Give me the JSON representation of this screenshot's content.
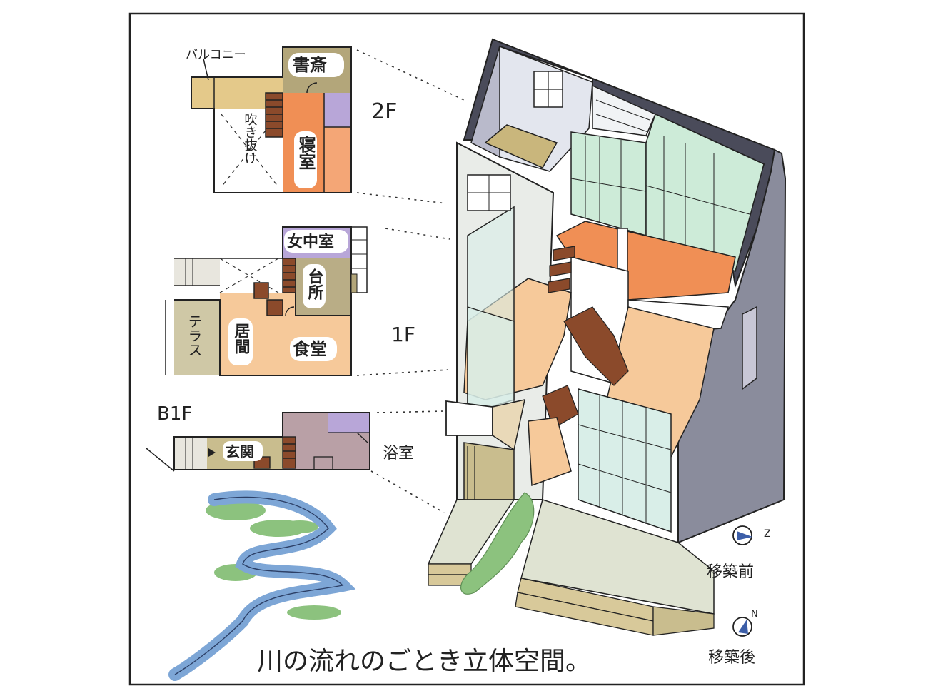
{
  "floors": {
    "f2": {
      "name": "2F",
      "rooms": {
        "balcony": "バルコニー",
        "study": "書斎",
        "void": "吹き抜け",
        "bedroom": "寝室"
      }
    },
    "f1": {
      "name": "1F",
      "rooms": {
        "maid_room": "女中室",
        "kitchen": "台所",
        "terrace": "テラス",
        "living": "居間",
        "dining": "食堂"
      }
    },
    "b1": {
      "name": "B1F",
      "rooms": {
        "entrance": "玄関",
        "bathroom": "浴室"
      }
    }
  },
  "compass": {
    "before_mark": "Z",
    "before_label": "移築前",
    "after_mark": "N",
    "after_label": "移築後"
  },
  "caption": "川の流れのごとき立体空間。",
  "colors": {
    "study": "#b3a67a",
    "balcony": "#e4c98a",
    "bedroom": "#f08f55",
    "purple": "#b8a6d8",
    "kitchen": "#b9ad86",
    "living": "#f6c99a",
    "terrace": "#cfc8a6",
    "entrance": "#c9bd8e",
    "b1_room": "#b9a0a6",
    "wall_dark": "#4a4b5a",
    "mint": "#cdebd8",
    "river": "#7da6d6",
    "grass": "#8cc27e"
  }
}
